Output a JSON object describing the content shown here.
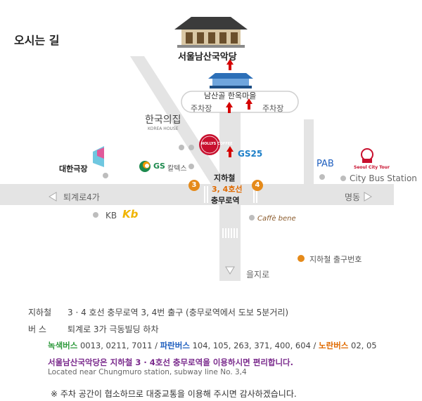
{
  "page": {
    "title": "오시는 길"
  },
  "map": {
    "theater_name": "서울남산국악당",
    "village_name": "남산골 한옥마을",
    "parking_left": "주차장",
    "parking_right": "주차장",
    "korea_house_ko": "한국의집",
    "korea_house_en": "KOREA HOUSE",
    "hollys_logo": "HOLLYS COFFEE",
    "gs25_logo": "GS25",
    "gs_caltex_logo": "GS",
    "gs_caltex_text": "칼텍스",
    "daehan_cinema": "대한극장",
    "pab_logo": "PAB",
    "seoul_city_tour_logo": "Seoul City Tour",
    "city_bus_station": "City Bus Station",
    "station_name_1": "지하철",
    "station_lines": "3, 4호선",
    "station_name_2": "충무로역",
    "exit_3": "3",
    "exit_4": "4",
    "toegye_4ga": "퇴계로4가",
    "myeongdong": "명동",
    "kb_text": "KB",
    "kb_logo": "Kb",
    "caffe_bene_logo": "Caffè bene",
    "euljiro": "을지로",
    "legend_exit": "지하철 출구번호"
  },
  "info": {
    "subway_label": "지하철",
    "subway_text": "3 · 4 호선 충무로역 3, 4번 출구 (충무로역에서 도보 5분거리)",
    "bus_label": "버  스",
    "bus_text": "퇴계로 3가 극동빌딩 하차",
    "green_bus_label": "녹색버스",
    "green_bus_numbers": "0013, 0211, 7011",
    "sep1": "/",
    "blue_bus_label": "파란버스",
    "blue_bus_numbers": "104, 105, 263, 371, 400, 604",
    "sep2": "/",
    "yellow_bus_label": "노란버스",
    "yellow_bus_numbers": "02, 05",
    "recommend_ko": "서울남산국악당은 지하철 3 · 4호선 충무로역을 이용하시면 편리합니다.",
    "recommend_en": "Located near Chungmuro station, subway line No. 3,4",
    "parking_note": "※ 주차 공간이 협소하므로 대중교통을 이용해 주시면 감사하겠습니다."
  },
  "colors": {
    "road": "#e4e4e4",
    "exit": "#e58a1a",
    "arrow": "#d40000",
    "green_bus": "#2e9a3c",
    "blue_bus": "#1f5fbf",
    "yellow_bus": "#e06a00",
    "notice": "#7a2a8c"
  }
}
